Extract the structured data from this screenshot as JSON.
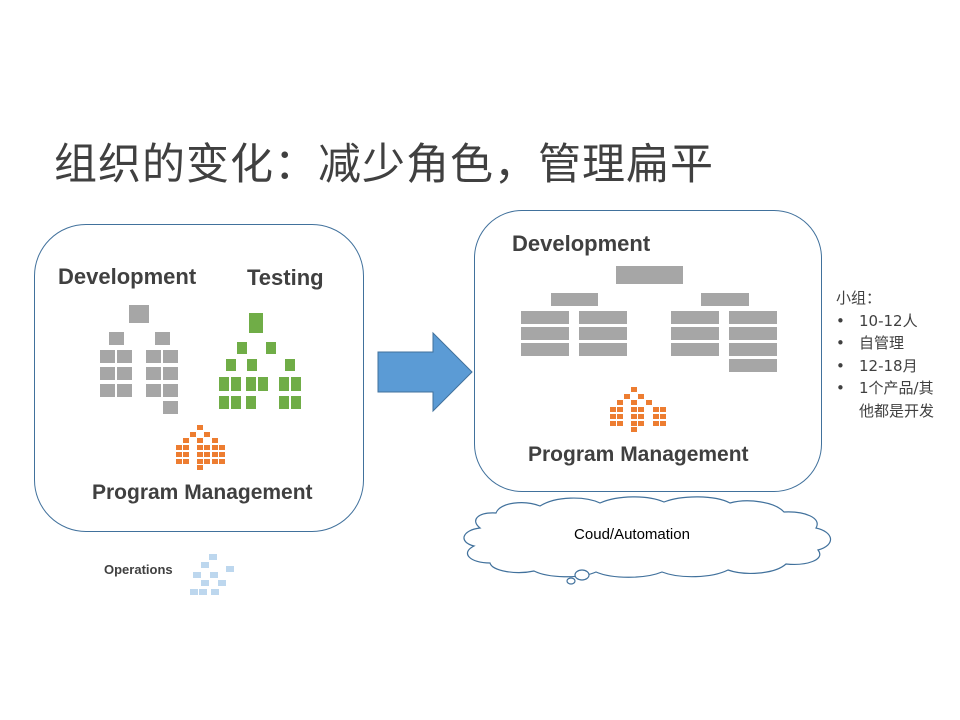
{
  "slide": {
    "title": "组织的变化：减少角色，管理扁平"
  },
  "left_panel": {
    "development_label": "Development",
    "testing_label": "Testing",
    "program_management_label": "Program Management"
  },
  "operations_label": "Operations",
  "right_panel": {
    "development_label": "Development",
    "program_management_label": "Program Management"
  },
  "cloud": {
    "label": "Coud/Automation"
  },
  "team_notes": {
    "heading": "小组：",
    "bullet_glyph": "•",
    "items": [
      "10-12人",
      "自管理",
      "12-18月"
    ],
    "last_item_line1": "1个产品/其",
    "last_item_line2": "他都是开发"
  },
  "colors": {
    "panel_border": "#41719c",
    "arrow_fill": "#5b9bd5",
    "dev_blocks": "#a6a6a6",
    "test_blocks": "#70ad47",
    "pm_blocks": "#ed7d31",
    "ops_blocks": "#bdd7ee"
  }
}
